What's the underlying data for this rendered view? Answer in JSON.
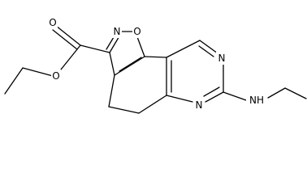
{
  "atom_labels": {
    "n_isoxazole": "N",
    "o_isoxazole": "O",
    "o_carbonyl": "O",
    "o_ester": "O",
    "n_pyrimidine_top": "N",
    "n_pyrimidine_bottom": "N",
    "nh": "NH"
  },
  "colors": {
    "bond": "#000000",
    "text": "#000000",
    "background": "#ffffff"
  }
}
